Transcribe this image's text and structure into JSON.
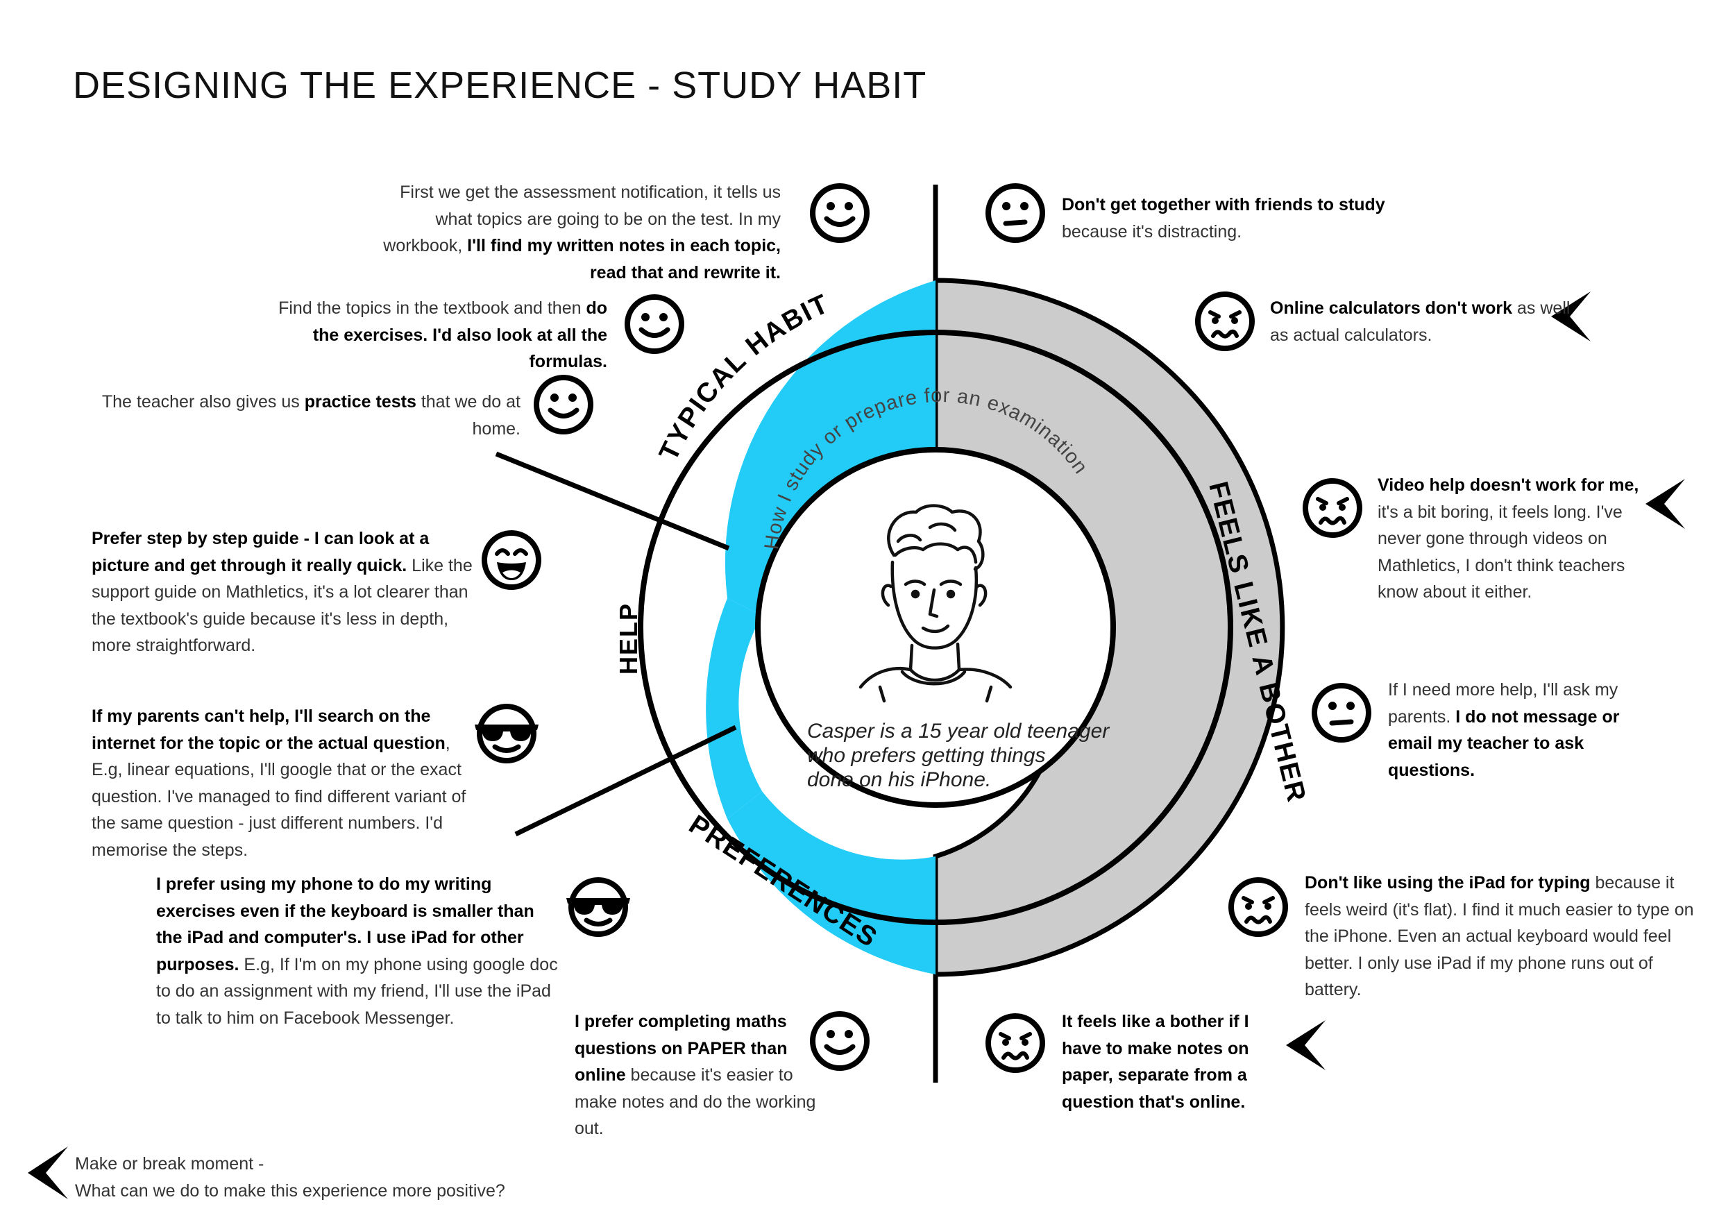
{
  "title": "DESIGNING THE EXPERIENCE - STUDY HABIT",
  "center": {
    "arc_text": "How I study or prepare for an examination",
    "caption_lines": [
      "Casper is a 15 year old teenager",
      "who prefers getting things",
      "done on his iPhone."
    ]
  },
  "ring_labels": {
    "typical_habit": "TYPICAL HABIT",
    "help": "HELP",
    "preferences": "PREFERENCES",
    "feels_like_a_bother": "FEELS LIKE A BOTHER"
  },
  "colors": {
    "accent": "#22ccf7",
    "bother": "#cccccc",
    "line": "#000000"
  },
  "quotes": [
    {
      "id": "q1",
      "face": "smile",
      "segments": [
        {
          "t": "First we get the assessment notification, it tells us what topics are going to be on the test. In my workbook, ",
          "b": false
        },
        {
          "t": "I'll find my written notes in each topic, read that and rewrite it.",
          "b": true
        }
      ]
    },
    {
      "id": "q2",
      "face": "smile",
      "segments": [
        {
          "t": "Find the topics in the textbook and then ",
          "b": false
        },
        {
          "t": "do the exercises. I'd also look at all the formulas.",
          "b": true
        }
      ]
    },
    {
      "id": "q3",
      "face": "smile",
      "segments": [
        {
          "t": "The teacher also gives us ",
          "b": false
        },
        {
          "t": "practice tests",
          "b": true
        },
        {
          "t": " that we do at home.",
          "b": false
        }
      ]
    },
    {
      "id": "q4",
      "face": "grin",
      "segments": [
        {
          "t": "Prefer step by step guide - I can look at a picture and get through it really quick.",
          "b": true
        },
        {
          "t": " Like the support guide on Mathletics, it's a lot clearer than the textbook's guide because it's less in depth, more straightforward.",
          "b": false
        }
      ]
    },
    {
      "id": "q5",
      "face": "cool",
      "segments": [
        {
          "t": "If my parents can't help, I'll search on the internet for the topic or the actual question",
          "b": true
        },
        {
          "t": ", E.g, linear equations, I'll google that or the exact question. I've managed to find different variant of the same question - just different numbers. I'd memorise the steps.",
          "b": false
        }
      ]
    },
    {
      "id": "q6",
      "face": "cool",
      "segments": [
        {
          "t": "I prefer using my phone to do my writing exercises even if the keyboard is smaller than the iPad and computer's. I use iPad for other purposes.",
          "b": true
        },
        {
          "t": " E.g, If I'm on my phone using google doc to do an assignment with my friend, I'll use the iPad to talk to him on Facebook Messenger.",
          "b": false
        }
      ]
    },
    {
      "id": "q7",
      "face": "smile",
      "segments": [
        {
          "t": "I prefer completing maths questions on PAPER than online",
          "b": true
        },
        {
          "t": " because it's easier to make notes and do the working out.",
          "b": false
        }
      ]
    },
    {
      "id": "q8",
      "face": "neutral",
      "segments": [
        {
          "t": "Don't get together with friends to study",
          "b": true
        },
        {
          "t": " because it's distracting.",
          "b": false
        }
      ]
    },
    {
      "id": "q9",
      "face": "upset",
      "segments": [
        {
          "t": "Online calculators don't work",
          "b": true
        },
        {
          "t": " as well as actual calculators.",
          "b": false
        }
      ]
    },
    {
      "id": "q10",
      "face": "upset",
      "segments": [
        {
          "t": "Video help doesn't work for me,",
          "b": true
        },
        {
          "t": " it's a bit boring, it feels long. I've never gone through videos on Mathletics, I don't think teachers know about it either.",
          "b": false
        }
      ]
    },
    {
      "id": "q11",
      "face": "neutral",
      "segments": [
        {
          "t": "If I need more help, I'll ask my parents. ",
          "b": false
        },
        {
          "t": "I do not message or email my teacher to ask questions.",
          "b": true
        }
      ]
    },
    {
      "id": "q12",
      "face": "upset",
      "segments": [
        {
          "t": "Don't like using the iPad for typing",
          "b": true
        },
        {
          "t": " because it feels weird (it's flat). I find it much easier to type on the iPhone. Even an actual keyboard would feel better. I only use iPad if my phone runs out of battery.",
          "b": false
        }
      ]
    },
    {
      "id": "q13",
      "face": "upset",
      "segments": [
        {
          "t": "It feels like a bother if I have to make notes on paper, separate from a question that's online.",
          "b": true
        }
      ]
    }
  ],
  "legend": {
    "line1": "Make or break moment -",
    "line2": "What can we do to make this experience more positive?"
  }
}
